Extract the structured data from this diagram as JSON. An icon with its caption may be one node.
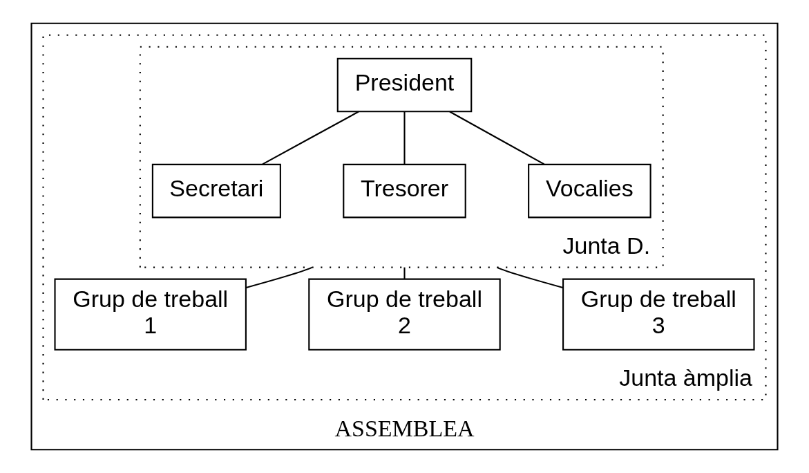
{
  "diagram": {
    "nodes": [
      {
        "text": [
          "ASSEMBLEA"
        ]
      },
      {
        "text": [
          "Junta àmplia"
        ],
        "in": 0
      },
      {
        "text": [
          "Junta D."
        ],
        "in": 1
      },
      {
        "text": [
          "President"
        ],
        "in": 2
      },
      {
        "text": [
          "Secretari"
        ],
        "in": 2
      },
      {
        "text": [
          "Tresorer"
        ],
        "in": 2
      },
      {
        "text": [
          "Vocalies"
        ],
        "in": 2
      },
      {
        "text": [
          "Grup de treball 1"
        ],
        "in": 1
      },
      {
        "text": [
          "Grup de treball 2"
        ],
        "in": 1
      },
      {
        "text": [
          "Grup de treball 3"
        ],
        "in": 1
      }
    ],
    "edges": [
      {
        "from": 3,
        "to": 4,
        "arrow": "none"
      },
      {
        "from": 3,
        "to": 5,
        "arrow": "none"
      },
      {
        "from": 3,
        "to": 6,
        "arrow": "none"
      },
      {
        "from": 2,
        "to": 7,
        "arrow": "none"
      },
      {
        "from": 2,
        "to": 8,
        "arrow": "none"
      },
      {
        "from": 2,
        "to": 9,
        "arrow": "none"
      }
    ]
  }
}
